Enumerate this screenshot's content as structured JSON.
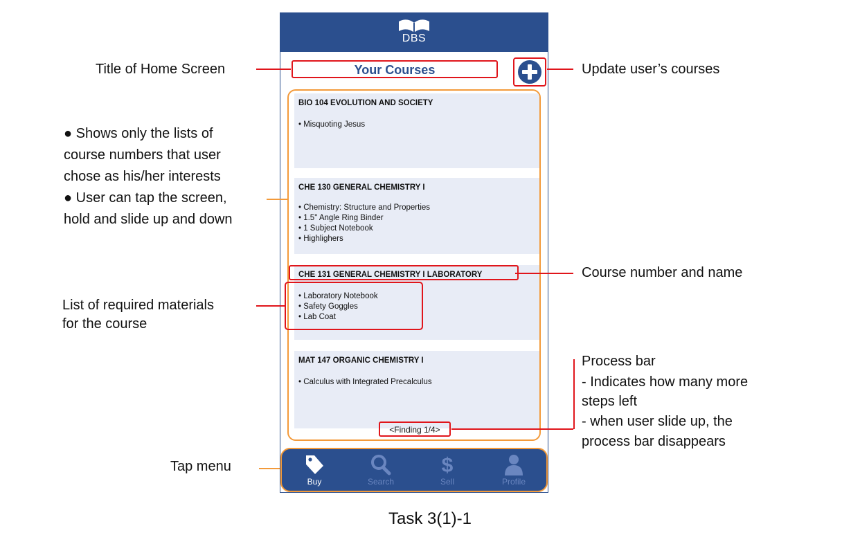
{
  "app": {
    "logo_text": "DBS",
    "title": "Your Courses"
  },
  "courses": [
    {
      "title": "BIO 104  EVOLUTION AND SOCIETY",
      "materials": [
        "• Misquoting Jesus"
      ]
    },
    {
      "title": "CHE 130  GENERAL CHEMISTRY I",
      "materials": [
        "• Chemistry: Structure and Properties",
        "• 1.5\" Angle Ring Binder",
        "• 1 Subject Notebook",
        "• Highlighers"
      ]
    },
    {
      "title": "CHE 131  GENERAL CHEMISTRY I LABORATORY",
      "materials": [
        "• Laboratory Notebook",
        "• Safety Goggles",
        "• Lab Coat"
      ]
    },
    {
      "title": "MAT 147  ORGANIC CHEMISTRY I",
      "materials": [
        "• Calculus with Integrated Precalculus"
      ]
    }
  ],
  "progress": {
    "text": "<Finding 1/4>",
    "current": 1,
    "total": 4
  },
  "tabs": [
    {
      "label": "Buy",
      "icon": "tag-icon",
      "active": true
    },
    {
      "label": "Search",
      "icon": "search-icon",
      "active": false
    },
    {
      "label": "Sell",
      "icon": "dollar-icon",
      "active": false
    },
    {
      "label": "Profile",
      "icon": "user-icon",
      "active": false
    }
  ],
  "annotations": {
    "title": "Title of Home Screen",
    "update": "Update user’s courses",
    "shows_1": "● Shows only the lists of",
    "shows_2": "course numbers that user",
    "shows_3": "chose as his/her interests",
    "shows_4": "● User can tap the screen,",
    "shows_5": "hold and slide up and down",
    "course_number": "Course number and name",
    "materials_1": "List of required materials",
    "materials_2": "for the course",
    "process_1": "Process bar",
    "process_2": "- Indicates how many more",
    "process_3": "steps left",
    "process_4": "- when user slide up, the",
    "process_5": "process bar disappears",
    "tap_menu": "Tap menu",
    "caption": "Task 3(1)-1"
  },
  "colors": {
    "primary": "#2b4f8e",
    "highlight_red": "#e0151b",
    "highlight_orange": "#f39a3a",
    "card_bg": "#e8ecf6",
    "tab_inactive": "#6a86c0"
  }
}
